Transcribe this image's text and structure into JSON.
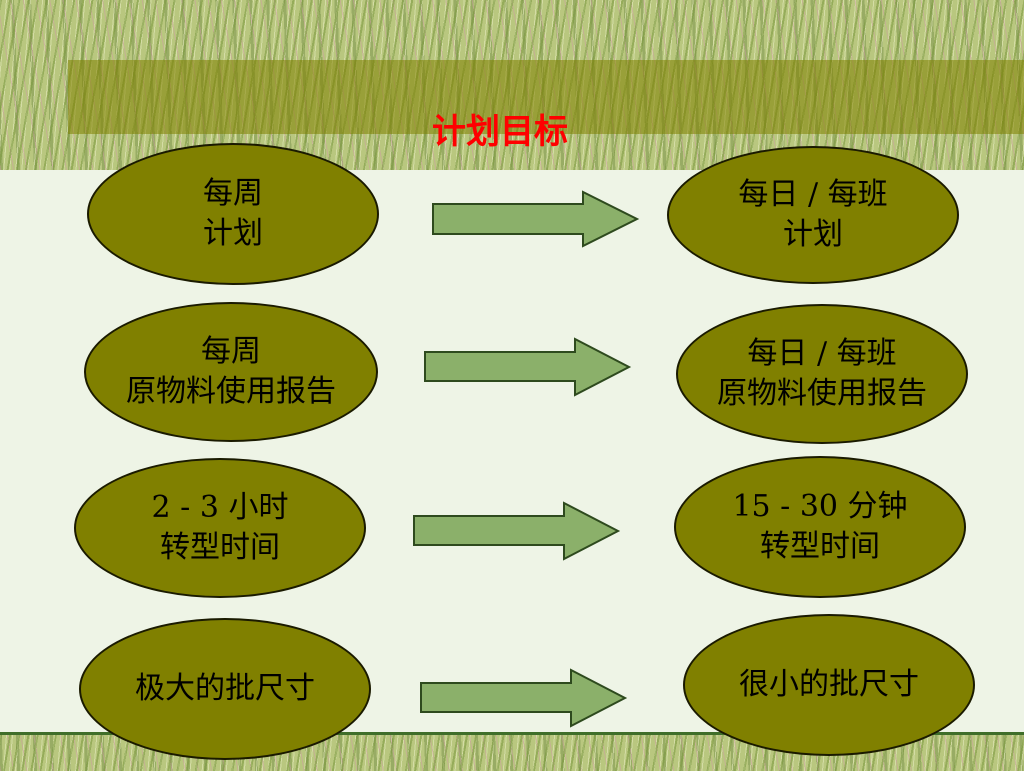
{
  "title": "计划目标",
  "colors": {
    "ellipse_fill": "#808000",
    "arrow_fill": "#8bb06a",
    "title_color": "#ff0000",
    "background": "#eef4e6"
  },
  "rows": [
    {
      "left": [
        "每周",
        "计划"
      ],
      "right": [
        "每日 / 每班",
        "计划"
      ]
    },
    {
      "left": [
        "每周",
        "原物料使用报告"
      ],
      "right": [
        "每日 / 每班",
        "原物料使用报告"
      ]
    },
    {
      "left": [
        "2 - 3 小时",
        "转型时间"
      ],
      "right": [
        "15 - 30 分钟",
        "转型时间"
      ]
    },
    {
      "left": [
        "极大的批尺寸"
      ],
      "right": [
        "很小的批尺寸"
      ]
    }
  ]
}
